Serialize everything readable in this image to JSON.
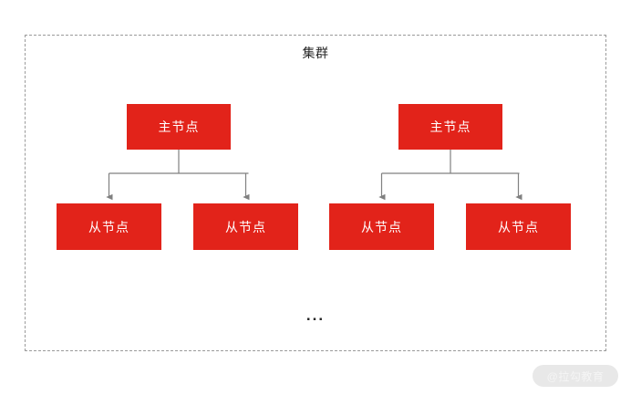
{
  "diagram": {
    "title": "集群",
    "ellipsis": "...",
    "colors": {
      "node_fill": "#e2231a",
      "node_text": "#ffffff",
      "connector": "#808080",
      "boundary": "#9a9a9a",
      "title_text": "#262626",
      "watermark_pill": "#e8e8e8",
      "watermark_text": "#f5f5f5",
      "background": "#ffffff"
    },
    "boundary": {
      "style": "dashed",
      "label": "集群"
    },
    "groups": [
      {
        "id": "group-1",
        "master": {
          "id": "master-1",
          "label": "主节点"
        },
        "slaves": [
          {
            "id": "slave-1",
            "label": "从节点"
          },
          {
            "id": "slave-2",
            "label": "从节点"
          }
        ]
      },
      {
        "id": "group-2",
        "master": {
          "id": "master-2",
          "label": "主节点"
        },
        "slaves": [
          {
            "id": "slave-3",
            "label": "从节点"
          },
          {
            "id": "slave-4",
            "label": "从节点"
          }
        ]
      }
    ]
  },
  "watermark": {
    "text": "@拉勾教育"
  }
}
